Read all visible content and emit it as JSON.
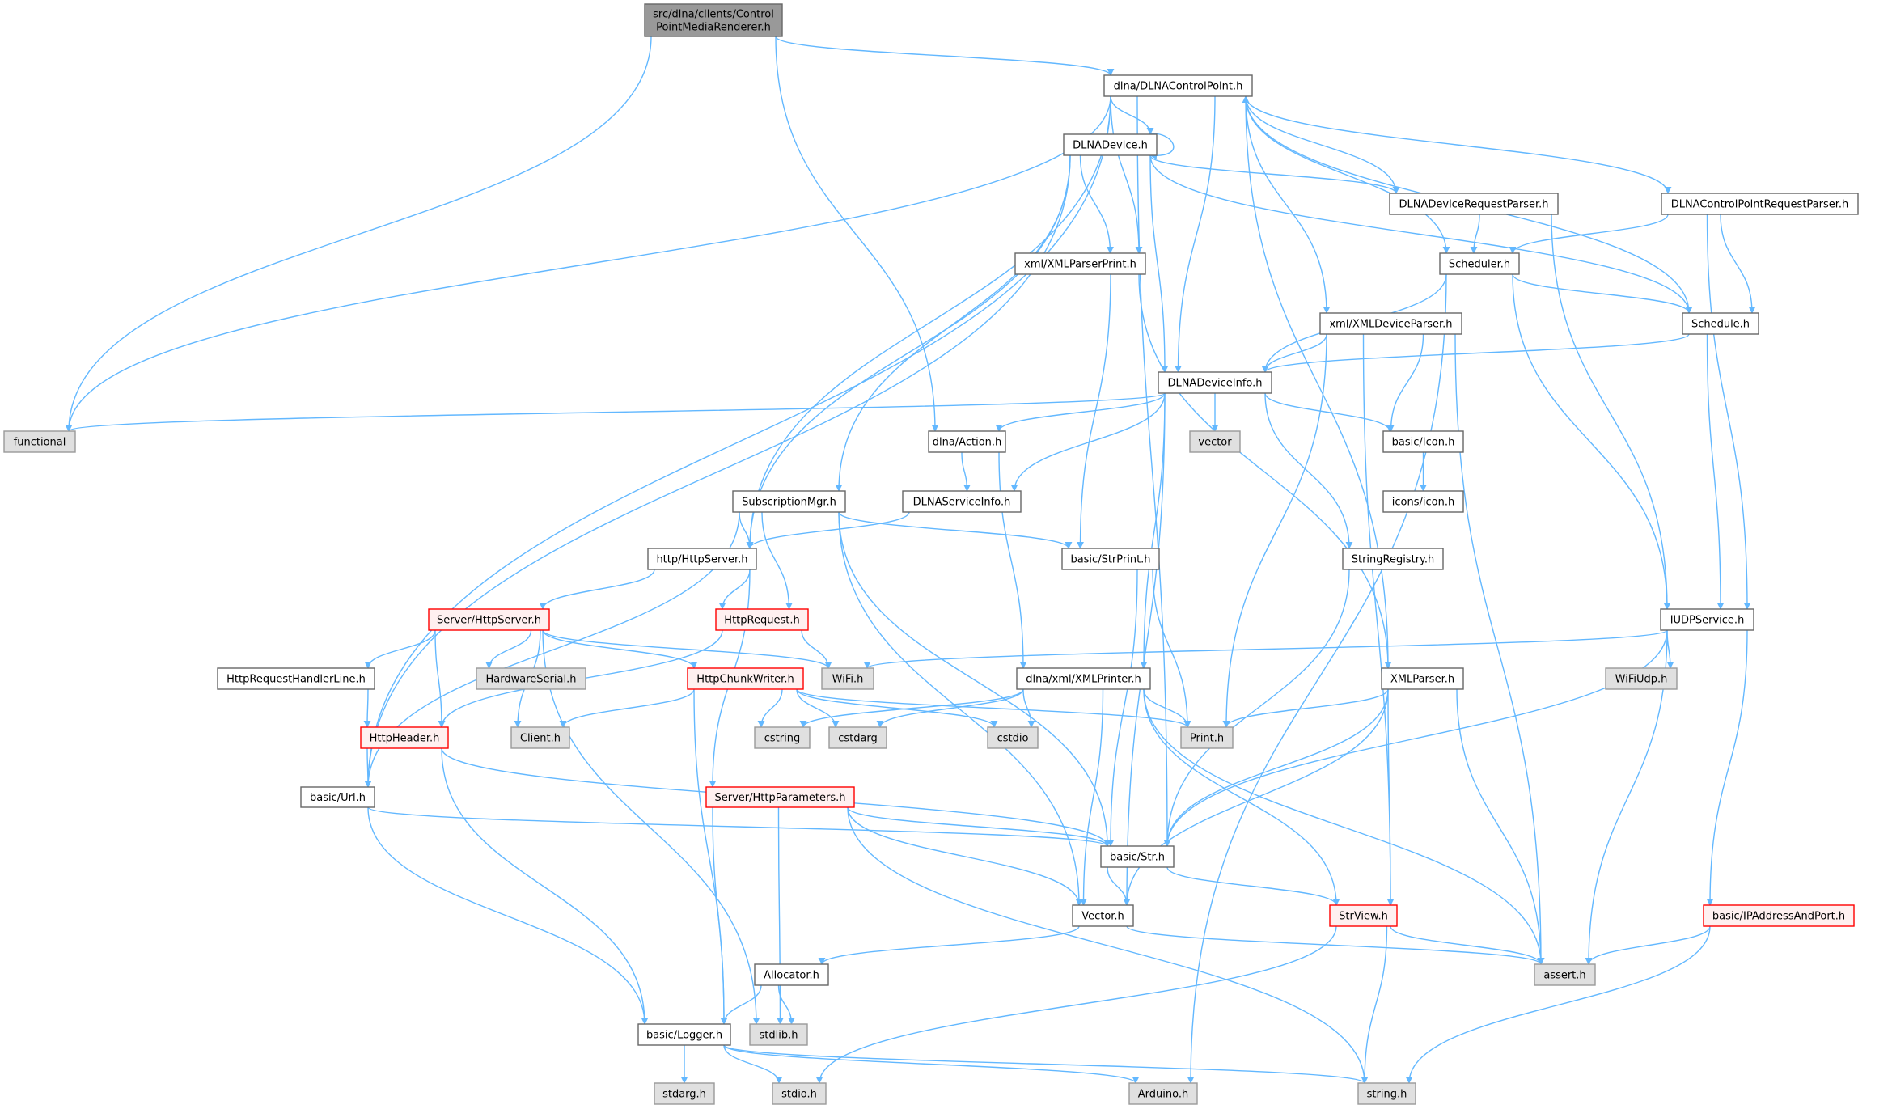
{
  "colors": {
    "edge": "#63b8ff",
    "node_fill": "#ffffff",
    "node_border": "#666666",
    "external_fill": "#e0e0e0",
    "external_border": "#999999",
    "truncated_fill": "#fff0f0",
    "truncated_border": "#ff0000",
    "root_fill": "#999999",
    "root_border": "#666666"
  },
  "nodes": [
    {
      "id": "root",
      "label_lines": [
        "src/dlna/clients/Control",
        "PointMediaRenderer.h"
      ],
      "kind": "root"
    },
    {
      "id": "cp",
      "label_lines": [
        "dlna/DLNAControlPoint.h"
      ],
      "kind": "normal"
    },
    {
      "id": "functional",
      "label_lines": [
        "functional"
      ],
      "kind": "external"
    },
    {
      "id": "dev",
      "label_lines": [
        "DLNADevice.h"
      ],
      "kind": "normal"
    },
    {
      "id": "drp",
      "label_lines": [
        "DLNADeviceRequestParser.h"
      ],
      "kind": "normal"
    },
    {
      "id": "cprp",
      "label_lines": [
        "DLNAControlPointRequestParser.h"
      ],
      "kind": "normal"
    },
    {
      "id": "xpp",
      "label_lines": [
        "xml/XMLParserPrint.h"
      ],
      "kind": "normal"
    },
    {
      "id": "scheduler",
      "label_lines": [
        "Scheduler.h"
      ],
      "kind": "normal"
    },
    {
      "id": "xdp",
      "label_lines": [
        "xml/XMLDeviceParser.h"
      ],
      "kind": "normal"
    },
    {
      "id": "schedule",
      "label_lines": [
        "Schedule.h"
      ],
      "kind": "normal"
    },
    {
      "id": "info",
      "label_lines": [
        "DLNADeviceInfo.h"
      ],
      "kind": "normal"
    },
    {
      "id": "action",
      "label_lines": [
        "dlna/Action.h"
      ],
      "kind": "normal"
    },
    {
      "id": "vector",
      "label_lines": [
        "vector"
      ],
      "kind": "external"
    },
    {
      "id": "icon",
      "label_lines": [
        "basic/Icon.h"
      ],
      "kind": "normal"
    },
    {
      "id": "sub",
      "label_lines": [
        "SubscriptionMgr.h"
      ],
      "kind": "normal"
    },
    {
      "id": "svcinfo",
      "label_lines": [
        "DLNAServiceInfo.h"
      ],
      "kind": "normal"
    },
    {
      "id": "iconsicon",
      "label_lines": [
        "icons/icon.h"
      ],
      "kind": "normal"
    },
    {
      "id": "httpserver",
      "label_lines": [
        "http/HttpServer.h"
      ],
      "kind": "normal"
    },
    {
      "id": "strprint",
      "label_lines": [
        "basic/StrPrint.h"
      ],
      "kind": "normal"
    },
    {
      "id": "strreg",
      "label_lines": [
        "StringRegistry.h"
      ],
      "kind": "normal"
    },
    {
      "id": "shttpserver",
      "label_lines": [
        "Server/HttpServer.h"
      ],
      "kind": "truncated"
    },
    {
      "id": "httprequest",
      "label_lines": [
        "HttpRequest.h"
      ],
      "kind": "truncated"
    },
    {
      "id": "iudp",
      "label_lines": [
        "IUDPService.h"
      ],
      "kind": "normal"
    },
    {
      "id": "handlerline",
      "label_lines": [
        "HttpRequestHandlerLine.h"
      ],
      "kind": "normal"
    },
    {
      "id": "hwserial",
      "label_lines": [
        "HardwareSerial.h"
      ],
      "kind": "external"
    },
    {
      "id": "chunk",
      "label_lines": [
        "HttpChunkWriter.h"
      ],
      "kind": "truncated"
    },
    {
      "id": "wifi",
      "label_lines": [
        "WiFi.h"
      ],
      "kind": "external"
    },
    {
      "id": "xmlprinter",
      "label_lines": [
        "dlna/xml/XMLPrinter.h"
      ],
      "kind": "normal"
    },
    {
      "id": "xmlparser",
      "label_lines": [
        "XMLParser.h"
      ],
      "kind": "normal"
    },
    {
      "id": "wifiudp",
      "label_lines": [
        "WiFiUdp.h"
      ],
      "kind": "external"
    },
    {
      "id": "httpheader",
      "label_lines": [
        "HttpHeader.h"
      ],
      "kind": "truncated"
    },
    {
      "id": "client",
      "label_lines": [
        "Client.h"
      ],
      "kind": "external"
    },
    {
      "id": "cstring",
      "label_lines": [
        "cstring"
      ],
      "kind": "external"
    },
    {
      "id": "cstdarg",
      "label_lines": [
        "cstdarg"
      ],
      "kind": "external"
    },
    {
      "id": "cstdio",
      "label_lines": [
        "cstdio"
      ],
      "kind": "external"
    },
    {
      "id": "print",
      "label_lines": [
        "Print.h"
      ],
      "kind": "external"
    },
    {
      "id": "url",
      "label_lines": [
        "basic/Url.h"
      ],
      "kind": "normal"
    },
    {
      "id": "params",
      "label_lines": [
        "Server/HttpParameters.h"
      ],
      "kind": "truncated"
    },
    {
      "id": "str",
      "label_lines": [
        "basic/Str.h"
      ],
      "kind": "normal"
    },
    {
      "id": "vec",
      "label_lines": [
        "Vector.h"
      ],
      "kind": "normal"
    },
    {
      "id": "strview",
      "label_lines": [
        "StrView.h"
      ],
      "kind": "truncated"
    },
    {
      "id": "ipaddr",
      "label_lines": [
        "basic/IPAddressAndPort.h"
      ],
      "kind": "truncated"
    },
    {
      "id": "allocator",
      "label_lines": [
        "Allocator.h"
      ],
      "kind": "normal"
    },
    {
      "id": "assert",
      "label_lines": [
        "assert.h"
      ],
      "kind": "external"
    },
    {
      "id": "logger",
      "label_lines": [
        "basic/Logger.h"
      ],
      "kind": "normal"
    },
    {
      "id": "stdlib",
      "label_lines": [
        "stdlib.h"
      ],
      "kind": "external"
    },
    {
      "id": "stdarg",
      "label_lines": [
        "stdarg.h"
      ],
      "kind": "external"
    },
    {
      "id": "stdio",
      "label_lines": [
        "stdio.h"
      ],
      "kind": "external"
    },
    {
      "id": "arduino",
      "label_lines": [
        "Arduino.h"
      ],
      "kind": "external"
    },
    {
      "id": "stringh",
      "label_lines": [
        "string.h"
      ],
      "kind": "external"
    }
  ],
  "edges": [
    [
      "root",
      "functional"
    ],
    [
      "root",
      "action"
    ],
    [
      "root",
      "cp"
    ],
    [
      "cp",
      "functional"
    ],
    [
      "cp",
      "url"
    ],
    [
      "cp",
      "httpserver"
    ],
    [
      "cp",
      "str"
    ],
    [
      "cp",
      "dev"
    ],
    [
      "cp",
      "info"
    ],
    [
      "cp",
      "xpp"
    ],
    [
      "cp",
      "xdp"
    ],
    [
      "cp",
      "scheduler"
    ],
    [
      "cp",
      "schedule"
    ],
    [
      "cp",
      "cprp"
    ],
    [
      "cp",
      "xmlparser"
    ],
    [
      "dev",
      "dev"
    ],
    [
      "dev",
      "url"
    ],
    [
      "dev",
      "httpserver"
    ],
    [
      "dev",
      "sub"
    ],
    [
      "dev",
      "xpp"
    ],
    [
      "dev",
      "info"
    ],
    [
      "dev",
      "drp"
    ],
    [
      "dev",
      "schedule"
    ],
    [
      "drp",
      "cp"
    ],
    [
      "drp",
      "scheduler"
    ],
    [
      "drp",
      "iudp"
    ],
    [
      "cprp",
      "scheduler"
    ],
    [
      "cprp",
      "schedule"
    ],
    [
      "cprp",
      "iudp"
    ],
    [
      "xpp",
      "strprint"
    ],
    [
      "xpp",
      "xmlparser"
    ],
    [
      "scheduler",
      "info"
    ],
    [
      "scheduler",
      "schedule"
    ],
    [
      "scheduler",
      "iudp"
    ],
    [
      "scheduler",
      "arduino"
    ],
    [
      "xdp",
      "info"
    ],
    [
      "xdp",
      "icon"
    ],
    [
      "xdp",
      "print"
    ],
    [
      "xdp",
      "strview"
    ],
    [
      "xdp",
      "assert"
    ],
    [
      "schedule",
      "info"
    ],
    [
      "schedule",
      "iudp"
    ],
    [
      "info",
      "functional"
    ],
    [
      "info",
      "action"
    ],
    [
      "info",
      "svcinfo"
    ],
    [
      "info",
      "vector"
    ],
    [
      "info",
      "icon"
    ],
    [
      "info",
      "strreg"
    ],
    [
      "info",
      "xmlprinter"
    ],
    [
      "info",
      "vec"
    ],
    [
      "action",
      "svcinfo"
    ],
    [
      "action",
      "xmlprinter"
    ],
    [
      "icon",
      "iconsicon"
    ],
    [
      "sub",
      "httpserver"
    ],
    [
      "sub",
      "httprequest"
    ],
    [
      "sub",
      "strprint"
    ],
    [
      "sub",
      "str"
    ],
    [
      "sub",
      "url"
    ],
    [
      "sub",
      "vec"
    ],
    [
      "svcinfo",
      "httpserver"
    ],
    [
      "httpserver",
      "shttpserver"
    ],
    [
      "httpserver",
      "httprequest"
    ],
    [
      "httpserver",
      "params"
    ],
    [
      "strprint",
      "print"
    ],
    [
      "strprint",
      "str"
    ],
    [
      "strreg",
      "str"
    ],
    [
      "shttpserver",
      "handlerline"
    ],
    [
      "shttpserver",
      "hwserial"
    ],
    [
      "shttpserver",
      "chunk"
    ],
    [
      "shttpserver",
      "wifi"
    ],
    [
      "shttpserver",
      "httpheader"
    ],
    [
      "shttpserver",
      "client"
    ],
    [
      "shttpserver",
      "stdlib"
    ],
    [
      "httprequest",
      "wifi"
    ],
    [
      "httprequest",
      "httpheader"
    ],
    [
      "iudp",
      "wifi"
    ],
    [
      "iudp",
      "wifiudp"
    ],
    [
      "iudp",
      "str"
    ],
    [
      "iudp",
      "assert"
    ],
    [
      "iudp",
      "ipaddr"
    ],
    [
      "handlerline",
      "httpheader"
    ],
    [
      "chunk",
      "client"
    ],
    [
      "chunk",
      "cstring"
    ],
    [
      "chunk",
      "cstdarg"
    ],
    [
      "chunk",
      "cstdio"
    ],
    [
      "chunk",
      "print"
    ],
    [
      "chunk",
      "logger"
    ],
    [
      "xmlprinter",
      "cstring"
    ],
    [
      "xmlprinter",
      "cstdarg"
    ],
    [
      "xmlprinter",
      "cstdio"
    ],
    [
      "xmlprinter",
      "print"
    ],
    [
      "xmlprinter",
      "vec"
    ],
    [
      "xmlprinter",
      "strview"
    ],
    [
      "xmlprinter",
      "assert"
    ],
    [
      "xmlparser",
      "print"
    ],
    [
      "xmlparser",
      "str"
    ],
    [
      "xmlparser",
      "vec"
    ],
    [
      "xmlparser",
      "strview"
    ],
    [
      "xmlparser",
      "assert"
    ],
    [
      "httpheader",
      "url"
    ],
    [
      "httpheader",
      "logger"
    ],
    [
      "httpheader",
      "str"
    ],
    [
      "url",
      "str"
    ],
    [
      "url",
      "logger"
    ],
    [
      "params",
      "str"
    ],
    [
      "params",
      "vec"
    ],
    [
      "params",
      "logger"
    ],
    [
      "params",
      "stdlib"
    ],
    [
      "params",
      "stringh"
    ],
    [
      "str",
      "vec"
    ],
    [
      "str",
      "strview"
    ],
    [
      "vec",
      "allocator"
    ],
    [
      "vec",
      "assert"
    ],
    [
      "strview",
      "assert"
    ],
    [
      "strview",
      "stringh"
    ],
    [
      "strview",
      "stdio"
    ],
    [
      "ipaddr",
      "assert"
    ],
    [
      "ipaddr",
      "stringh"
    ],
    [
      "allocator",
      "logger"
    ],
    [
      "allocator",
      "stdlib"
    ],
    [
      "logger",
      "stdarg"
    ],
    [
      "logger",
      "stdio"
    ],
    [
      "logger",
      "arduino"
    ],
    [
      "logger",
      "stringh"
    ]
  ]
}
